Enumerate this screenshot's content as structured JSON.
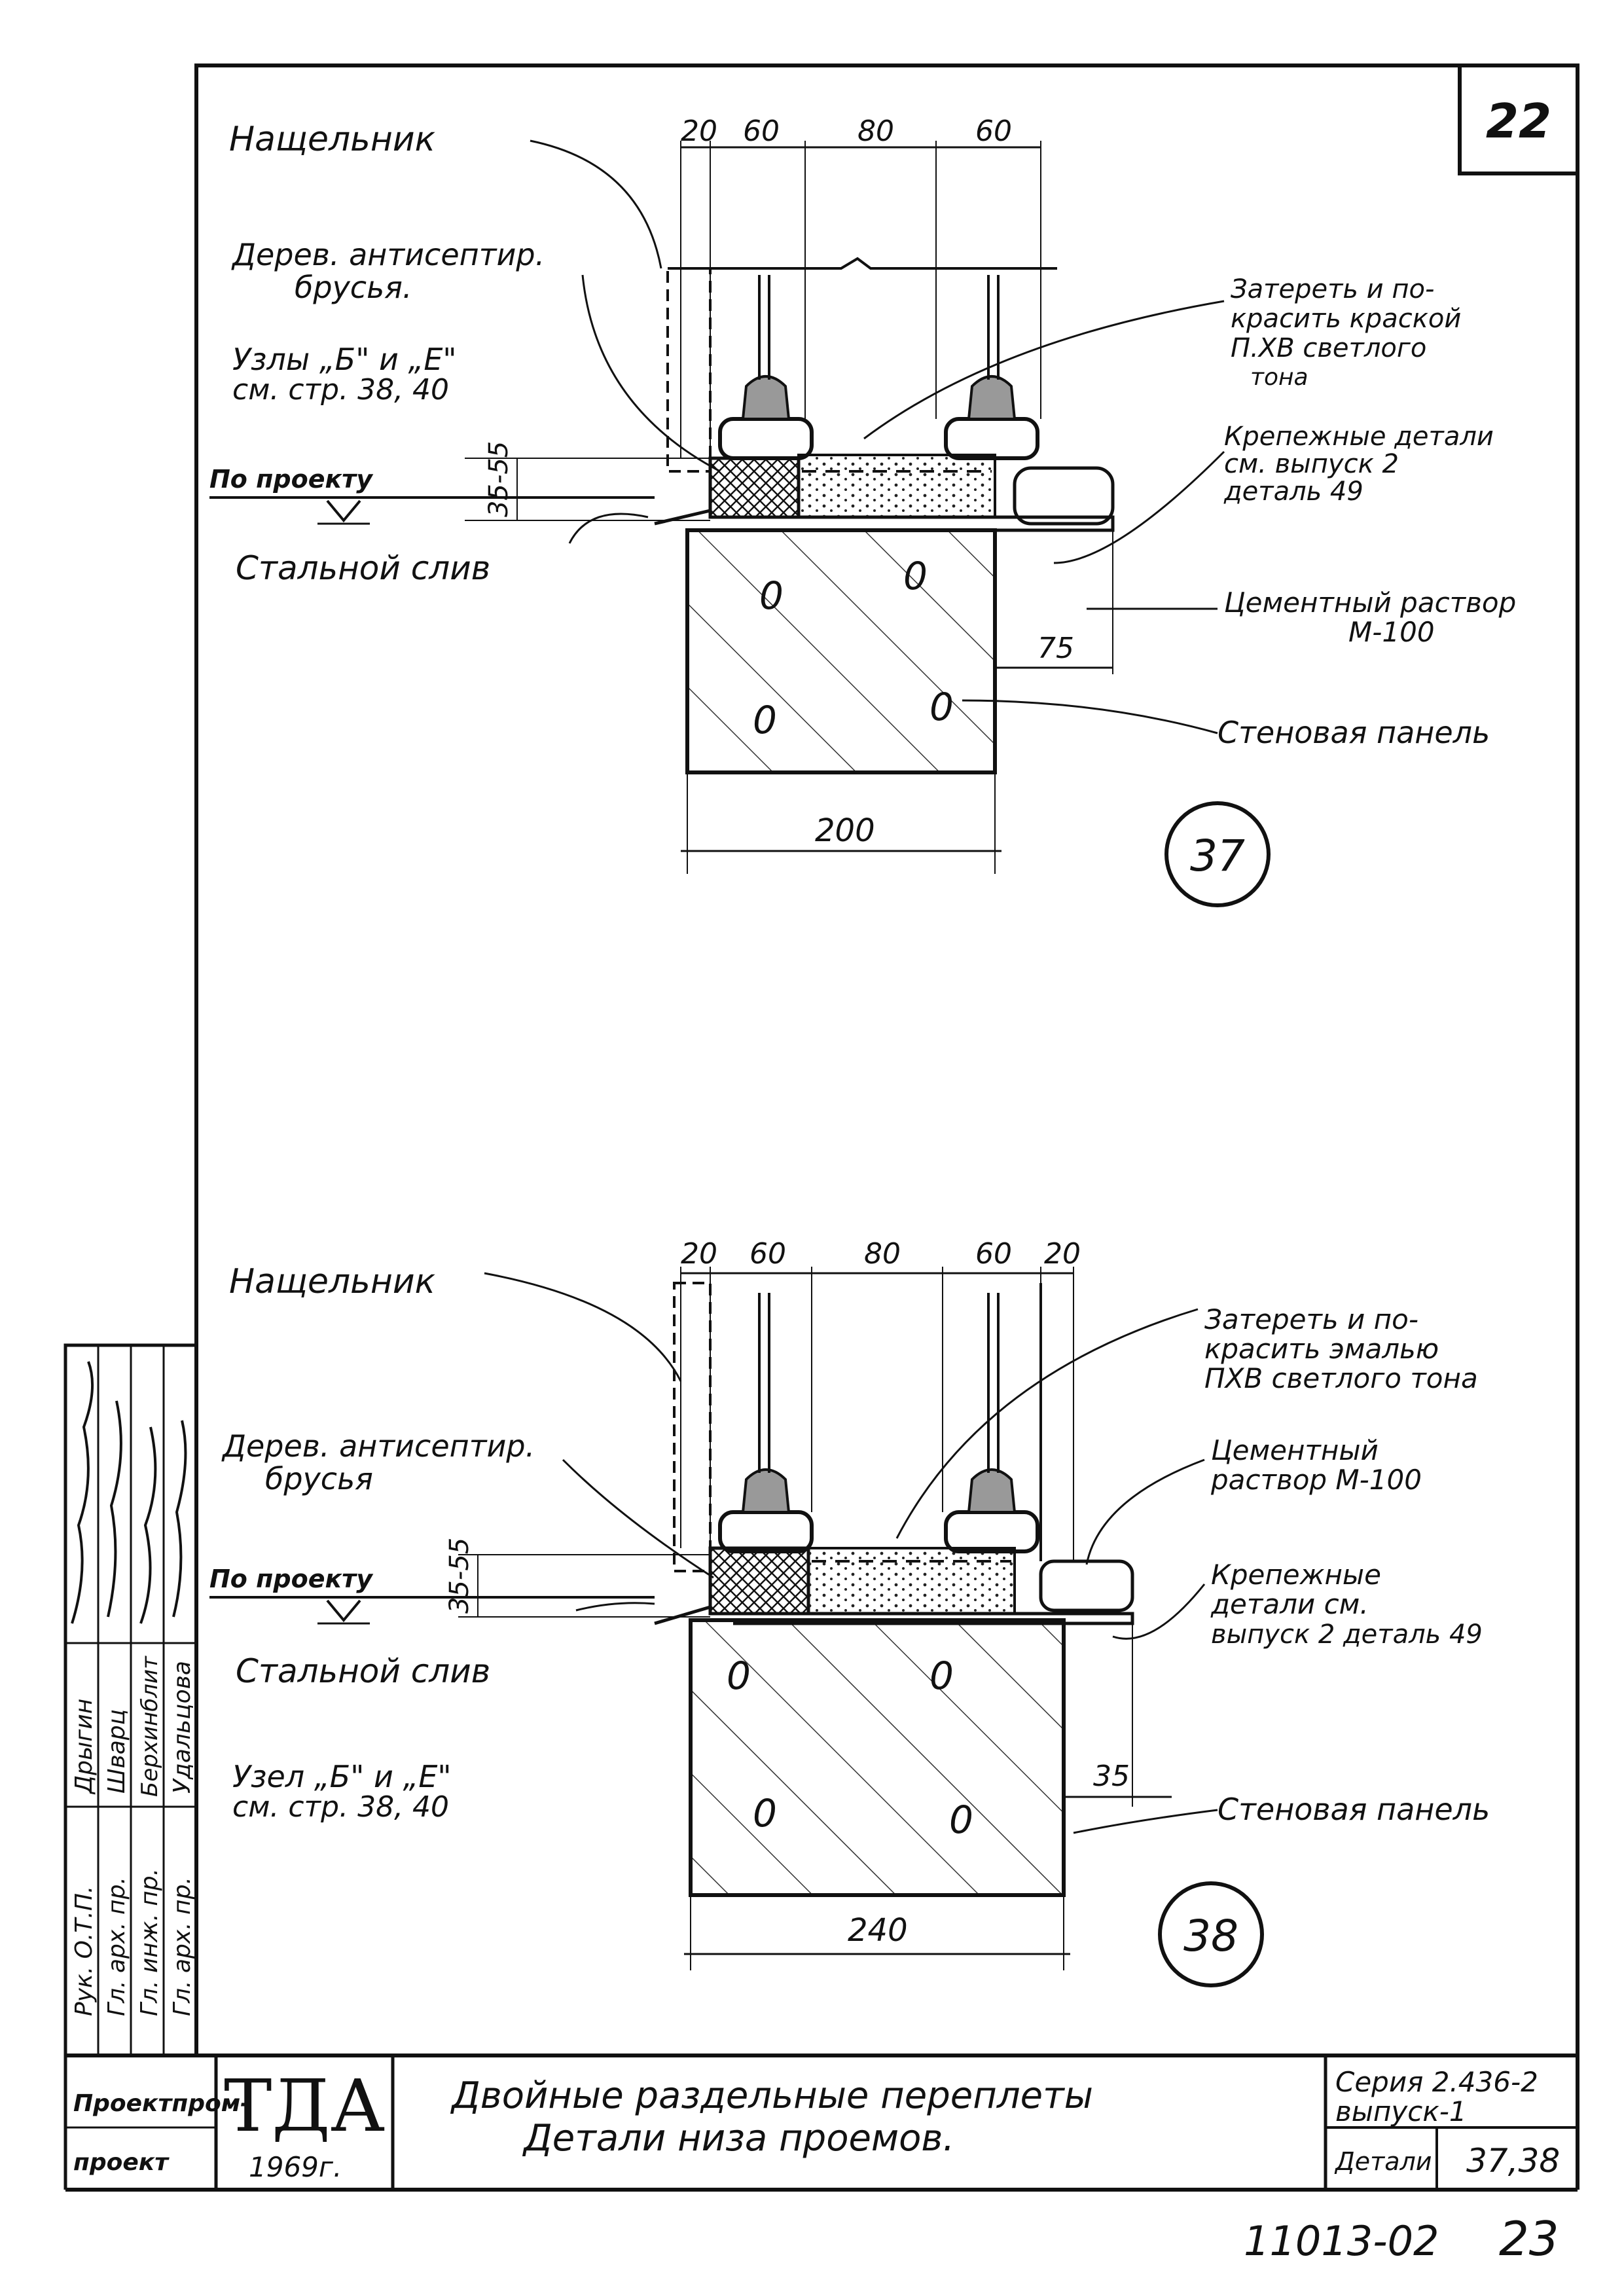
{
  "sheet_number": "22",
  "details": [
    {
      "number": "37",
      "callouts": {
        "nashchelnik": "Нащельник",
        "bruski_line1": "Дерев. антисептир.",
        "bruski_line2": "брусья.",
        "uzly_line1": "Узлы „Б\" и „Е\"",
        "uzly_line2": "см. стр. 38, 40",
        "po_proektu": "По проекту",
        "sliv": "Стальной слив",
        "zateret_line1": "Затереть и по-",
        "zateret_line2": "красить краской",
        "zateret_line3": "П.ХВ светлого",
        "zateret_line4": "тона",
        "krepezh_line1": "Крепежные детали",
        "krepezh_line2": "см. выпуск 2",
        "krepezh_line3": "деталь 49",
        "rastvor_line1": "Цементный раствор",
        "rastvor_line2": "М-100",
        "panel": "Стеновая панель"
      },
      "dims": {
        "d20": "20",
        "d60a": "60",
        "d80": "80",
        "d60b": "60",
        "vertical": "35-55",
        "d75": "75",
        "width": "200"
      }
    },
    {
      "number": "38",
      "callouts": {
        "nashchelnik": "Нащельник",
        "bruski_line1": "Дерев. антисептир.",
        "bruski_line2": "брусья",
        "po_proektu": "По проекту",
        "sliv": "Стальной слив",
        "uzel_line1": "Узел „Б\" и „Е\"",
        "uzel_line2": "см. стр. 38, 40",
        "zateret_line1": "Затереть и по-",
        "zateret_line2": "красить эмалью",
        "zateret_line3": "ПХВ светлого тона",
        "rastvor_line1": "Цементный",
        "rastvor_line2": "раствор М-100",
        "krepezh_line1": "Крепежные",
        "krepezh_line2": "детали см.",
        "krepezh_line3": "выпуск 2 деталь 49",
        "panel": "Стеновая панель"
      },
      "dims": {
        "d20a": "20",
        "d60a": "60",
        "d80": "80",
        "d60b": "60",
        "d20b": "20",
        "vertical": "35-55",
        "d35": "35",
        "width": "240"
      }
    }
  ],
  "side_stamp": {
    "rows": [
      {
        "role": "Рук. О.Т.П.",
        "name": "Дрыгин"
      },
      {
        "role": "Гл. арх. пр.",
        "name": "Шварц"
      },
      {
        "role": "Гл. инж. пр.",
        "name": "Берхинблит"
      },
      {
        "role": "Гл. арх. пр.",
        "name": "Удальцова"
      }
    ],
    "org_line1": "Проектпром-",
    "org_line2": "проект"
  },
  "title_block": {
    "logo": "ТДА",
    "year": "1969г.",
    "title_line1": "Двойные раздельные переплеты",
    "title_line2": "Детали низа проемов.",
    "series_line1": "Серия 2.436-2",
    "series_line2": "выпуск-1",
    "details_label": "Детали",
    "details_value": "37,38"
  },
  "footer_code": "11013-02",
  "page_number": "23"
}
